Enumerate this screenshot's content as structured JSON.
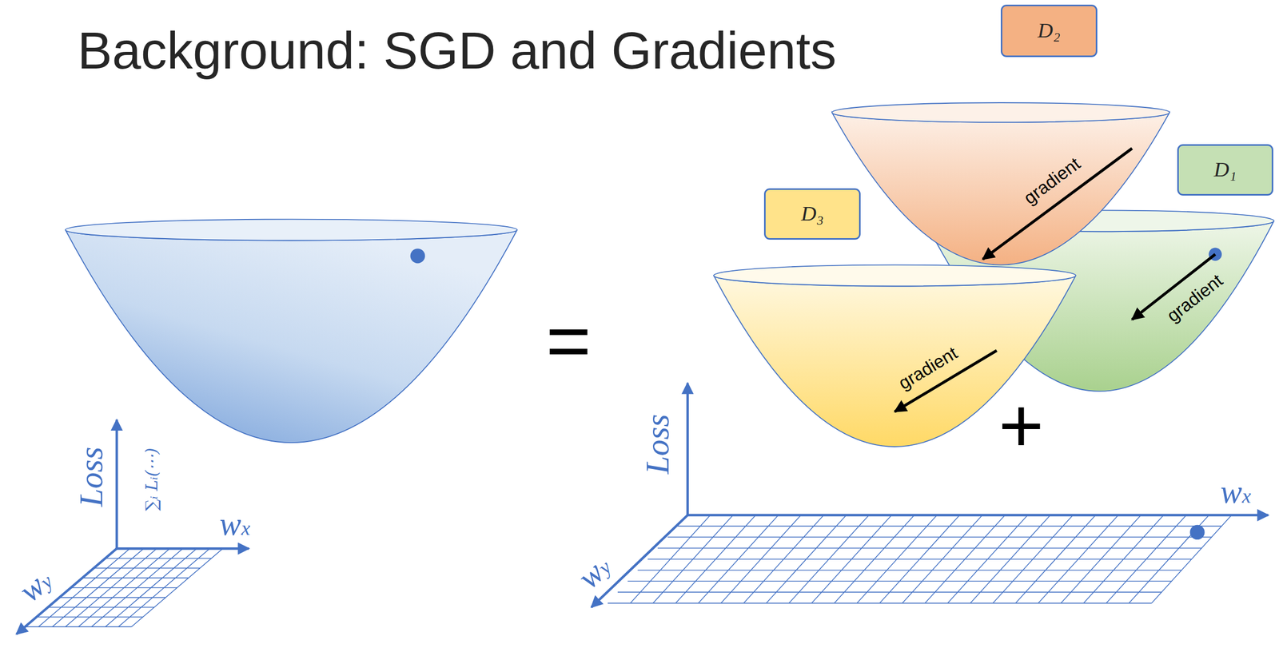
{
  "diagram": {
    "title": "Background: SGD and Gradients",
    "nodes": [
      {
        "text": [
          "D₂"
        ]
      },
      {
        "text": [
          "D₁"
        ]
      },
      {
        "text": [
          "D₃"
        ]
      }
    ],
    "labels": [
      "Loss",
      "∑ᵢ Lᵢ(⋯)",
      "wx",
      "wy",
      "=",
      "gradient",
      "gradient",
      "gradient",
      "+",
      "Loss",
      "wx",
      "wy"
    ]
  }
}
